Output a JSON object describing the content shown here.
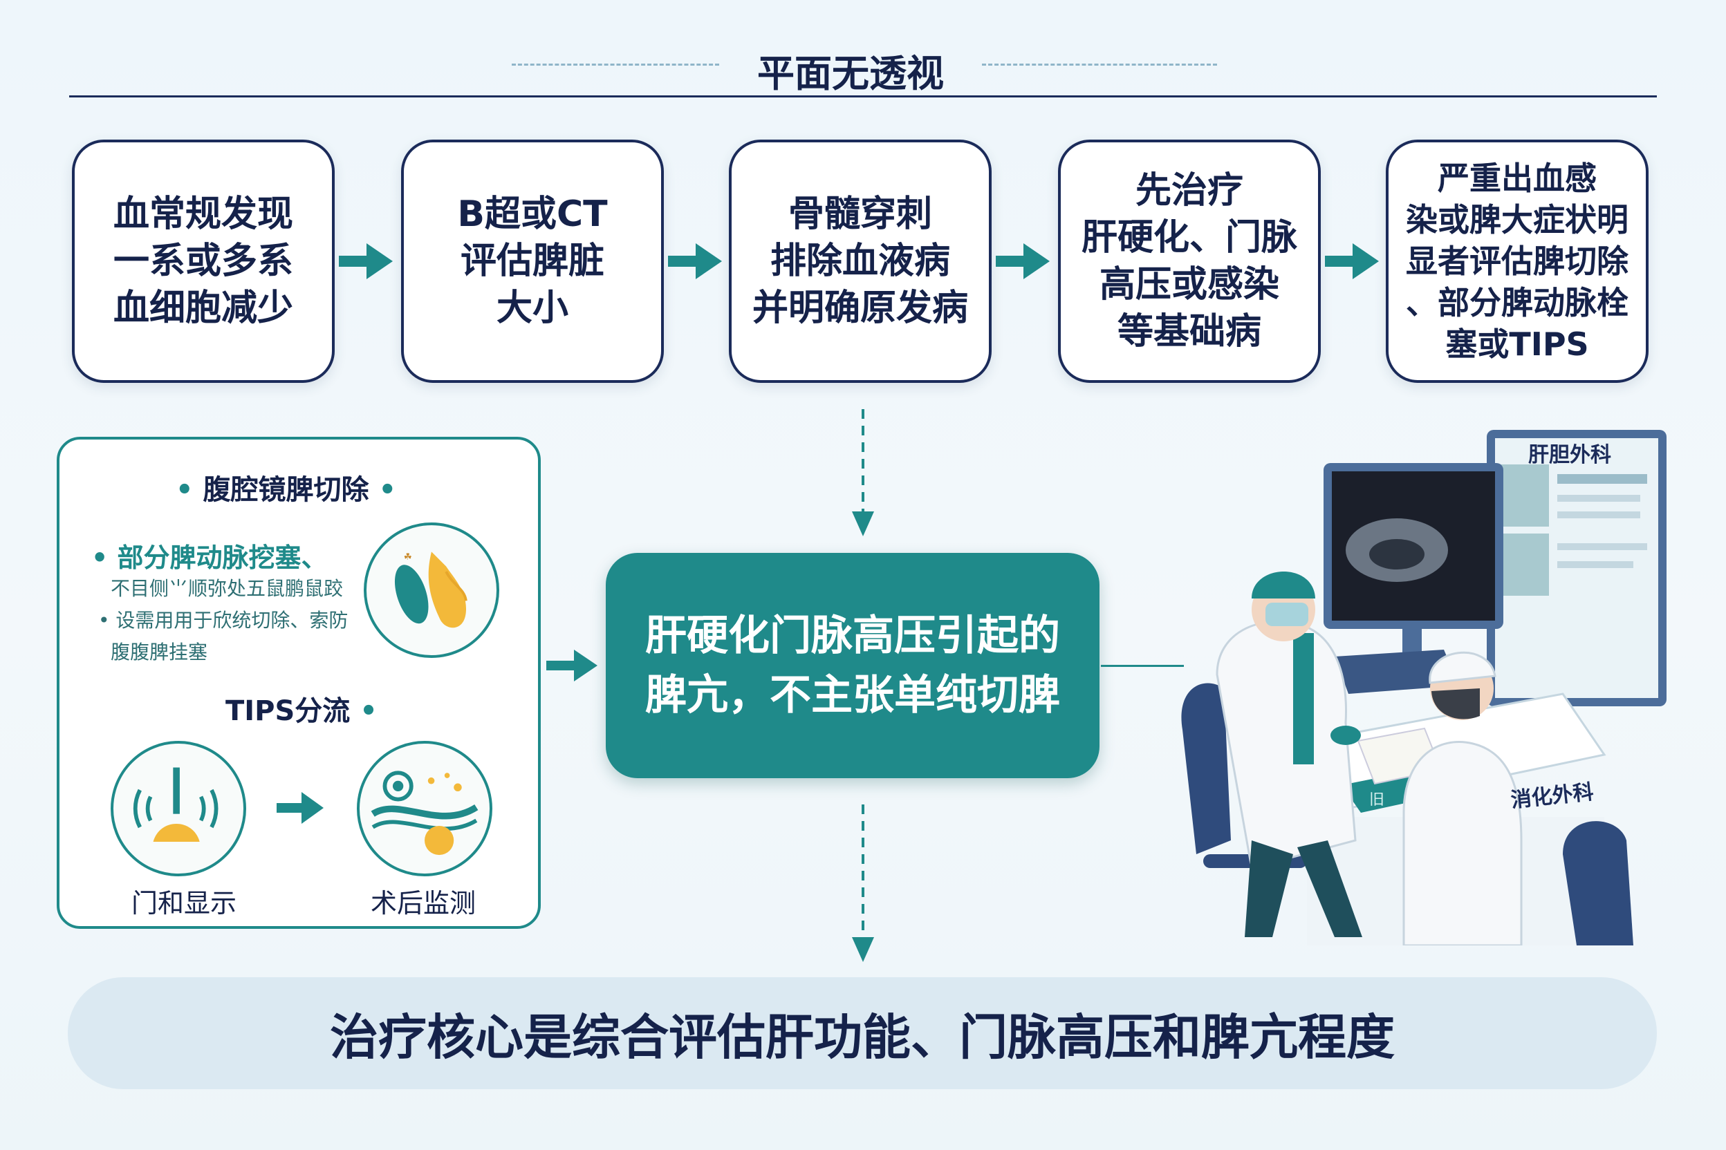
{
  "header": {
    "title": "平面无透视"
  },
  "flow": {
    "steps": [
      {
        "text": "血常规发现\n一系或多系\n血细胞减少"
      },
      {
        "text": "B超或CT\n评估脾脏\n大小"
      },
      {
        "text": "骨髓穿刺\n排除血液病\n并明确原发病"
      },
      {
        "text": "先治疗\n肝硬化、门脉\n高压或感染\n等基础病"
      },
      {
        "text": "严重出血感\n染或脾大症状明\n显者评估脾切除\n、部分脾动脉栓\n塞或TIPS"
      }
    ]
  },
  "left_panel": {
    "laparoscopic_title": "腹腔镜脾切除",
    "partial_embolization": "部分脾动脉挖塞、",
    "note_1": "不目侧⺌顺弥处五鼠鹏鼠跤",
    "note_2": "设需用用于欣统切除、索防",
    "note_3": "腹腹脾挂塞",
    "tips_title": "TIPS分流",
    "caption_left": "门和显示",
    "caption_right": "术后监测"
  },
  "center": {
    "text": "肝硬化门脉高压引起的\n脾亢，不主张单纯切脾"
  },
  "illustration": {
    "monitor_label": "肝胆外科",
    "coat_label": "消化外科",
    "desk_paper": "旧"
  },
  "footer": {
    "summary": "治疗核心是综合评估肝功能、门脉高压和脾亢程度"
  },
  "colors": {
    "navy": "#1b2b5a",
    "teal": "#1f8a8a",
    "banner": "#dbe9f2",
    "accent": "#f3b93a"
  }
}
